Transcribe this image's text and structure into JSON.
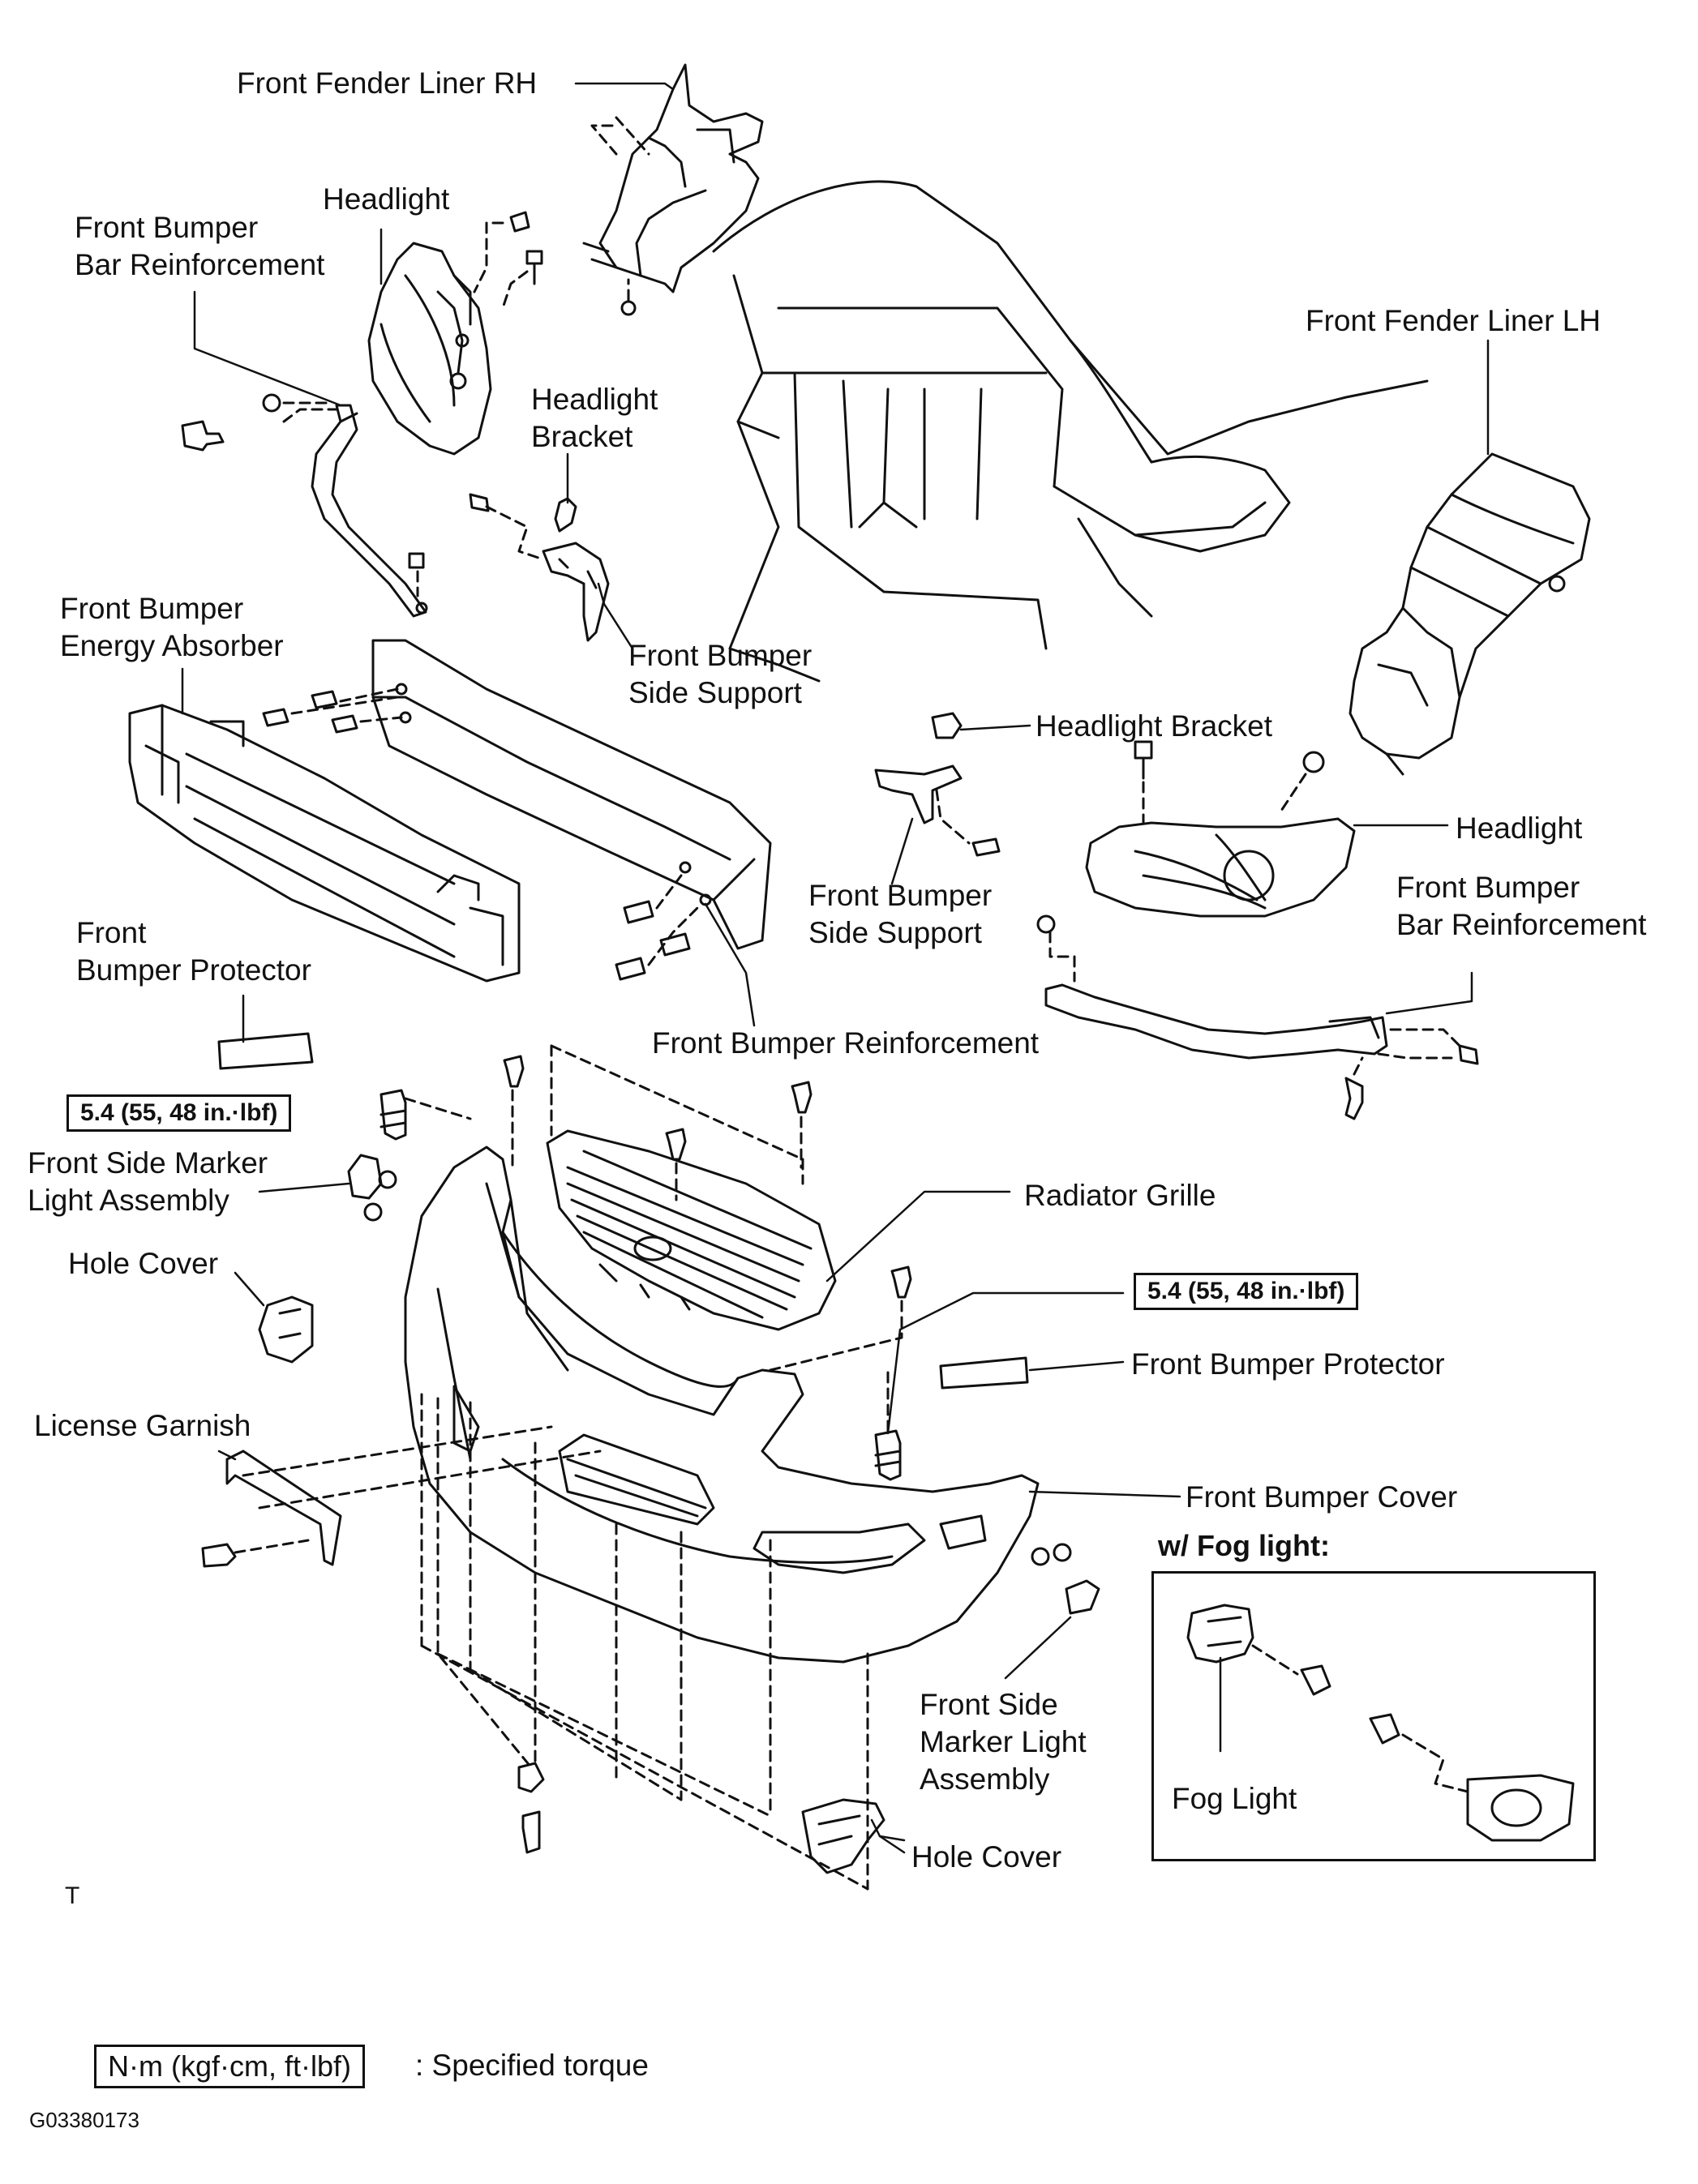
{
  "labels": {
    "front_fender_liner_rh": [
      "Front Fender Liner RH"
    ],
    "headlight_left": [
      "Headlight"
    ],
    "front_bumper_bar_reinforcement_left": [
      "Front Bumper",
      "Bar Reinforcement"
    ],
    "headlight_bracket_left": [
      "Headlight",
      "Bracket"
    ],
    "front_fender_liner_lh": [
      "Front Fender Liner LH"
    ],
    "front_bumper_energy_absorber": [
      "Front Bumper",
      "Energy Absorber"
    ],
    "front_bumper_side_support_left": [
      "Front Bumper",
      "Side Support"
    ],
    "headlight_bracket_right": [
      "Headlight Bracket"
    ],
    "headlight_right": [
      "Headlight"
    ],
    "front_bumper_side_support_right": [
      "Front Bumper",
      "Side Support"
    ],
    "front_bumper_bar_reinforcement_right": [
      "Front Bumper",
      "Bar Reinforcement"
    ],
    "front_bumper_protector_left": [
      "Front",
      "Bumper Protector"
    ],
    "front_bumper_reinforcement": [
      "Front Bumper Reinforcement"
    ],
    "front_side_marker_left": [
      "Front Side Marker",
      "Light Assembly"
    ],
    "radiator_grille": [
      "Radiator Grille"
    ],
    "hole_cover_left": [
      "Hole Cover"
    ],
    "front_bumper_protector_right": [
      "Front Bumper Protector"
    ],
    "license_garnish": [
      "License Garnish"
    ],
    "front_bumper_cover": [
      "Front Bumper Cover"
    ],
    "front_side_marker_right": [
      "Front Side",
      "Marker Light",
      "Assembly"
    ],
    "hole_cover_right": [
      "Hole Cover"
    ],
    "fog_light": [
      "Fog Light"
    ]
  },
  "torque_spec": "5.4 (55, 48 in.·lbf)",
  "fog_option_title": "w/ Fog light:",
  "t_mark": "T",
  "legend": {
    "box_text": "N·m (kgf·cm, ft·lbf)",
    "description": ": Specified torque"
  },
  "figure_code": "G03380173"
}
